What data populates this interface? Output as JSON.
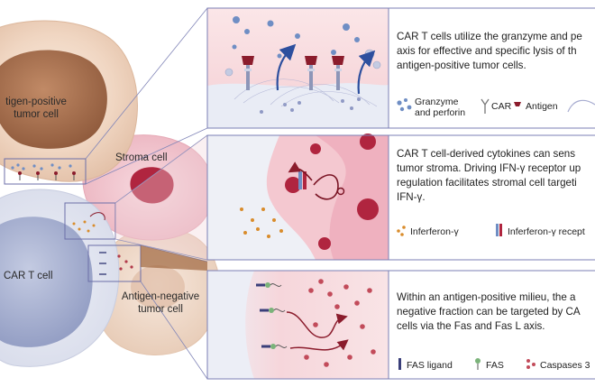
{
  "labels": {
    "antigen_positive_tumor_cell": "tigen-positive\ntumor cell",
    "stroma_cell": "Stroma cell",
    "car_t_cell": "CAR T cell",
    "antigen_negative_tumor_cell": "Antigen-negative\ntumor cell"
  },
  "panels": [
    {
      "text": "CAR T cells utilize the granzyme and pe\naxis for effective and specific lysis of th\nantigen-positive tumor cells.",
      "legend": {
        "granzyme": "Granzyme\nand perforin",
        "car": "CAR",
        "antigen": "Antigen"
      }
    },
    {
      "text": "CAR T cell-derived cytokines can sens\ntumor stroma. Driving IFN-γ receptor up\nregulation facilitates stromal cell targeti\nIFN-γ.",
      "legend": {
        "interferon": "Inferferon-γ",
        "receptor": "Inferferon-γ recept"
      }
    },
    {
      "text": "Within an antigen-positive milieu, the a\nnegative fraction can be targeted by CA\ncells via the Fas and Fas L axis.",
      "legend": {
        "fas_ligand": "FAS ligand",
        "fas": "FAS",
        "caspases": "Caspases 3"
      }
    }
  ],
  "colors": {
    "panel_border": "#7b7fb5",
    "pink_cell": "#f2c6cf",
    "tumor_brown": "#a36b4c",
    "car_t_blue": "#9aa5c8",
    "granzyme_blue": "#6f8ec4",
    "antigen_red": "#8b1c2c",
    "caspase_red": "#b23a4a",
    "interferon_orange": "#d98c2b"
  }
}
